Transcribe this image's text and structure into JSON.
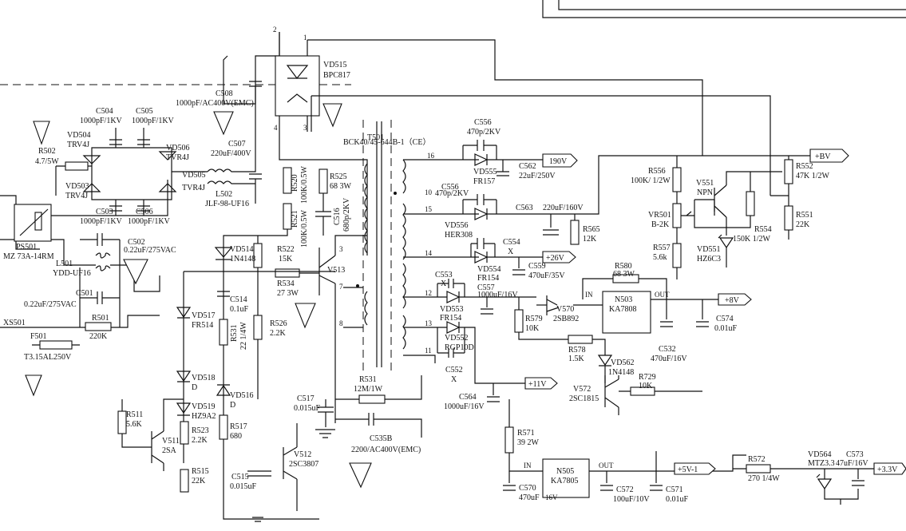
{
  "schematic": {
    "transformer": {
      "ref": "T501",
      "part": "BCK40/45-644B-1（CE）",
      "pins": [
        "16",
        "10",
        "15",
        "14",
        "12",
        "13",
        "11",
        "3",
        "7",
        "8"
      ]
    },
    "optocoupler": {
      "ref": "VD515",
      "part": "BPC817",
      "pins": [
        "1",
        "2",
        "3",
        "4"
      ]
    },
    "components": [
      {
        "ref": "C504",
        "value": "1000pF/1KV"
      },
      {
        "ref": "C505",
        "value": "1000pF/1KV"
      },
      {
        "ref": "C503",
        "value": "1000pF/1KV"
      },
      {
        "ref": "C506",
        "value": "1000pF/1KV"
      },
      {
        "ref": "VD504",
        "value": "TRV4J"
      },
      {
        "ref": "VD503",
        "value": "TRV4J"
      },
      {
        "ref": "VD506",
        "value": "TVR4J"
      },
      {
        "ref": "VD505",
        "value": "TVR4J"
      },
      {
        "ref": "R502",
        "value": "4.7/5W"
      },
      {
        "ref": "PS501",
        "value": "MZ 73A-14RM"
      },
      {
        "ref": "L501",
        "value": "YDD-UF16"
      },
      {
        "ref": "C502",
        "value": "0.22uF/275VAC"
      },
      {
        "ref": "C501",
        "value": "0.22uF/275VAC"
      },
      {
        "ref": "R501",
        "value": "220K"
      },
      {
        "ref": "XS501",
        "value": ""
      },
      {
        "ref": "F501",
        "value": "T3.15AL250V"
      },
      {
        "ref": "C508",
        "value": "1000pF/AC400V(EMC)"
      },
      {
        "ref": "C507",
        "value": "220uF/400V"
      },
      {
        "ref": "L502",
        "value": "JLF-98-UF16"
      },
      {
        "ref": "R520",
        "value": "100K/0.5W"
      },
      {
        "ref": "R521",
        "value": "100K/0.5W"
      },
      {
        "ref": "R525",
        "value": "68 3W"
      },
      {
        "ref": "C516",
        "value": "680p/2KV"
      },
      {
        "ref": "R522",
        "value": "15K"
      },
      {
        "ref": "V513",
        "value": ""
      },
      {
        "ref": "R534",
        "value": "27 3W"
      },
      {
        "ref": "VD514",
        "value": "1N4148"
      },
      {
        "ref": "C514",
        "value": "0.1uF"
      },
      {
        "ref": "VD517",
        "value": "FR514"
      },
      {
        "ref": "R531",
        "value": "22 1/4W"
      },
      {
        "ref": "R526",
        "value": "2.2K"
      },
      {
        "ref": "VD518",
        "value": "D"
      },
      {
        "ref": "VD516",
        "value": "D"
      },
      {
        "ref": "VD519",
        "value": "HZ9A2"
      },
      {
        "ref": "R511",
        "value": "5.6K"
      },
      {
        "ref": "V511",
        "value": "2SA"
      },
      {
        "ref": "R523",
        "value": "2.2K"
      },
      {
        "ref": "R517",
        "value": "680"
      },
      {
        "ref": "R515",
        "value": "22K"
      },
      {
        "ref": "C515",
        "value": "0.015uF"
      },
      {
        "ref": "C517",
        "value": "0.015uF"
      },
      {
        "ref": "V512",
        "value": "2SC3807"
      },
      {
        "ref": "R531",
        "value": "12M/1W"
      },
      {
        "ref": "C535B",
        "value": "2200/AC400V(EMC)"
      },
      {
        "ref": "C556",
        "value": "470p/2KV"
      },
      {
        "ref": "VD555",
        "value": "FR157"
      },
      {
        "ref": "C562",
        "value": "22uF/250V"
      },
      {
        "ref": "C556",
        "value": "470p/2KV"
      },
      {
        "ref": "VD556",
        "value": "HER308"
      },
      {
        "ref": "C563",
        "value": "220uF/160V"
      },
      {
        "ref": "R565",
        "value": "12K"
      },
      {
        "ref": "C554",
        "value": "X"
      },
      {
        "ref": "VD554",
        "value": "FR154"
      },
      {
        "ref": "C559",
        "value": "470uF/35V"
      },
      {
        "ref": "C553",
        "value": "X"
      },
      {
        "ref": "C557",
        "value": "1000uF/16V"
      },
      {
        "ref": "VD553",
        "value": "FR154"
      },
      {
        "ref": "VD552",
        "value": "RGP10D"
      },
      {
        "ref": "C552",
        "value": "X"
      },
      {
        "ref": "C564",
        "value": "1000uF/16V"
      },
      {
        "ref": "R556",
        "value": "100K/ 1/2W"
      },
      {
        "ref": "V551",
        "value": "NPN"
      },
      {
        "ref": "VR501",
        "value": "B-2K"
      },
      {
        "ref": "R557",
        "value": "5.6k"
      },
      {
        "ref": "VD551",
        "value": "HZ6C3"
      },
      {
        "ref": "R554",
        "value": "150K 1/2W"
      },
      {
        "ref": "R552",
        "value": "47K 1/2W"
      },
      {
        "ref": "R551",
        "value": "22K"
      },
      {
        "ref": "R580",
        "value": "68 3W"
      },
      {
        "ref": "N503",
        "value": "KA7808"
      },
      {
        "ref": "V570",
        "value": "2SB892"
      },
      {
        "ref": "R579",
        "value": "10K"
      },
      {
        "ref": "C532",
        "value": "470uF/16V"
      },
      {
        "ref": "C574",
        "value": "0.01uF"
      },
      {
        "ref": "R578",
        "value": "1.5K"
      },
      {
        "ref": "VD562",
        "value": "1N4148"
      },
      {
        "ref": "R729",
        "value": "10K"
      },
      {
        "ref": "V572",
        "value": "2SC1815"
      },
      {
        "ref": "R571",
        "value": "39 2W"
      },
      {
        "ref": "C570",
        "value": "470uF"
      },
      {
        "ref": "N505",
        "value": "KA7805"
      },
      {
        "ref": "C572",
        "value": "100uF/10V"
      },
      {
        "ref": "C571",
        "value": "0.01uF"
      },
      {
        "ref": "R572",
        "value": "270 1/4W"
      },
      {
        "ref": "VD564",
        "value": "MTZ3.3"
      },
      {
        "ref": "C573",
        "value": "47uF/16V"
      }
    ],
    "pin_labels": {
      "in": "IN",
      "out": "OUT",
      "voltage_16v": "16V"
    },
    "outputs": [
      "+BV",
      "190V",
      "+26V",
      "+8V",
      "+11V",
      "+5V-1",
      "+3.3V"
    ]
  }
}
